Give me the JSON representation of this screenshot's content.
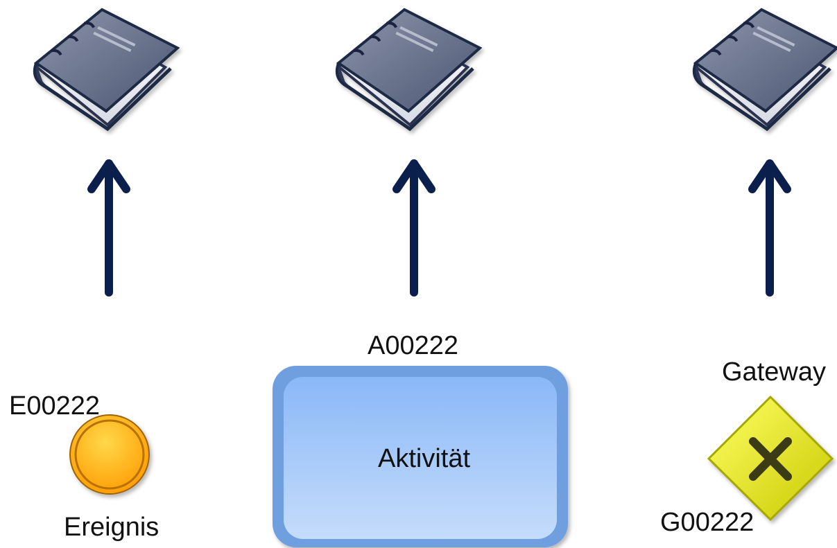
{
  "diagram": {
    "event": {
      "id": "E00222",
      "name": "Ereignis",
      "color": "#ffa500"
    },
    "activity": {
      "id": "A00222",
      "name": "Aktivität",
      "color": "#9cc3f5"
    },
    "gateway": {
      "id": "G00222",
      "name": "Gateway",
      "color": "#e4e41a"
    },
    "documents": [
      {
        "icon": "book-icon"
      },
      {
        "icon": "book-icon"
      },
      {
        "icon": "book-icon"
      }
    ],
    "arrow_color": "#0b1f4d"
  }
}
